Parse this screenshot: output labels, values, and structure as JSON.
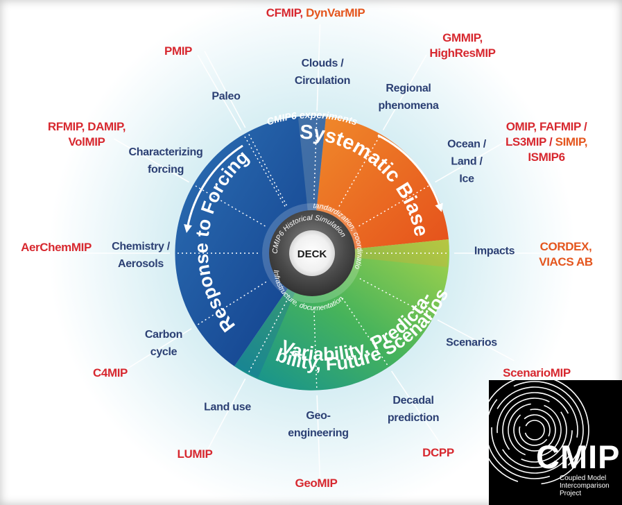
{
  "center_label": "DECK",
  "inner_ring": {
    "top": "CMIP6 Historical Simulation",
    "right": "Standardization, coordination",
    "left": "Infrastructure, documentation"
  },
  "ring_label": "CMIP6 experiments",
  "sectors": {
    "top_right": "Systematic Biases",
    "left": "Response to Forcing",
    "bottom_line1": "Variability, Predicta-",
    "bottom_line2": "bility, Future Scenarios"
  },
  "themes": {
    "paleo": "Paleo",
    "clouds": "Clouds / Circulation",
    "regional": "Regional phenomena",
    "forcing": "Characterizing forcing",
    "ocean": "Ocean / Land / Ice",
    "chemistry": "Chemistry / Aerosols",
    "impacts": "Impacts",
    "carbon": "Carbon cycle",
    "scenarios": "Scenarios",
    "landuse": "Land use",
    "geo": "Geo- engineering",
    "decadal": "Decadal prediction"
  },
  "mips": {
    "cfmip": "CFMIP,",
    "dynvarmip": "DynVarMIP",
    "pmip": "PMIP",
    "gmmip": "GMMIP, HighResMIP",
    "rfmip": "RFMIP, DAMIP, VolMIP",
    "omip_a": "OMIP, FAFMIP /",
    "omip_b1": "LS3MIP /",
    "omip_b2": "SIMIP,",
    "omip_c": "ISMIP6",
    "aerchemmip": "AerChemMIP",
    "cordex": "CORDEX, VIACS AB",
    "c4mip": "C4MIP",
    "scenariomip": "ScenarioMIP",
    "lumip": "LUMIP",
    "dcpp": "DCPP",
    "geomip": "GeoMIP"
  },
  "logo": {
    "word": "CMIP",
    "line1": "Coupled Model",
    "line2": "Intercomparison",
    "line3": "Project"
  },
  "colors": {
    "mip_red": "#d7282f",
    "mip_orange": "#e4561e",
    "theme_navy": "#2b3f73",
    "disc_orange": "#ec6a1f",
    "disc_blue": "#123f8c",
    "disc_green": "#4db45c",
    "disc_yellowgreen": "#9fd14c",
    "halo": "#d4ecf2"
  }
}
